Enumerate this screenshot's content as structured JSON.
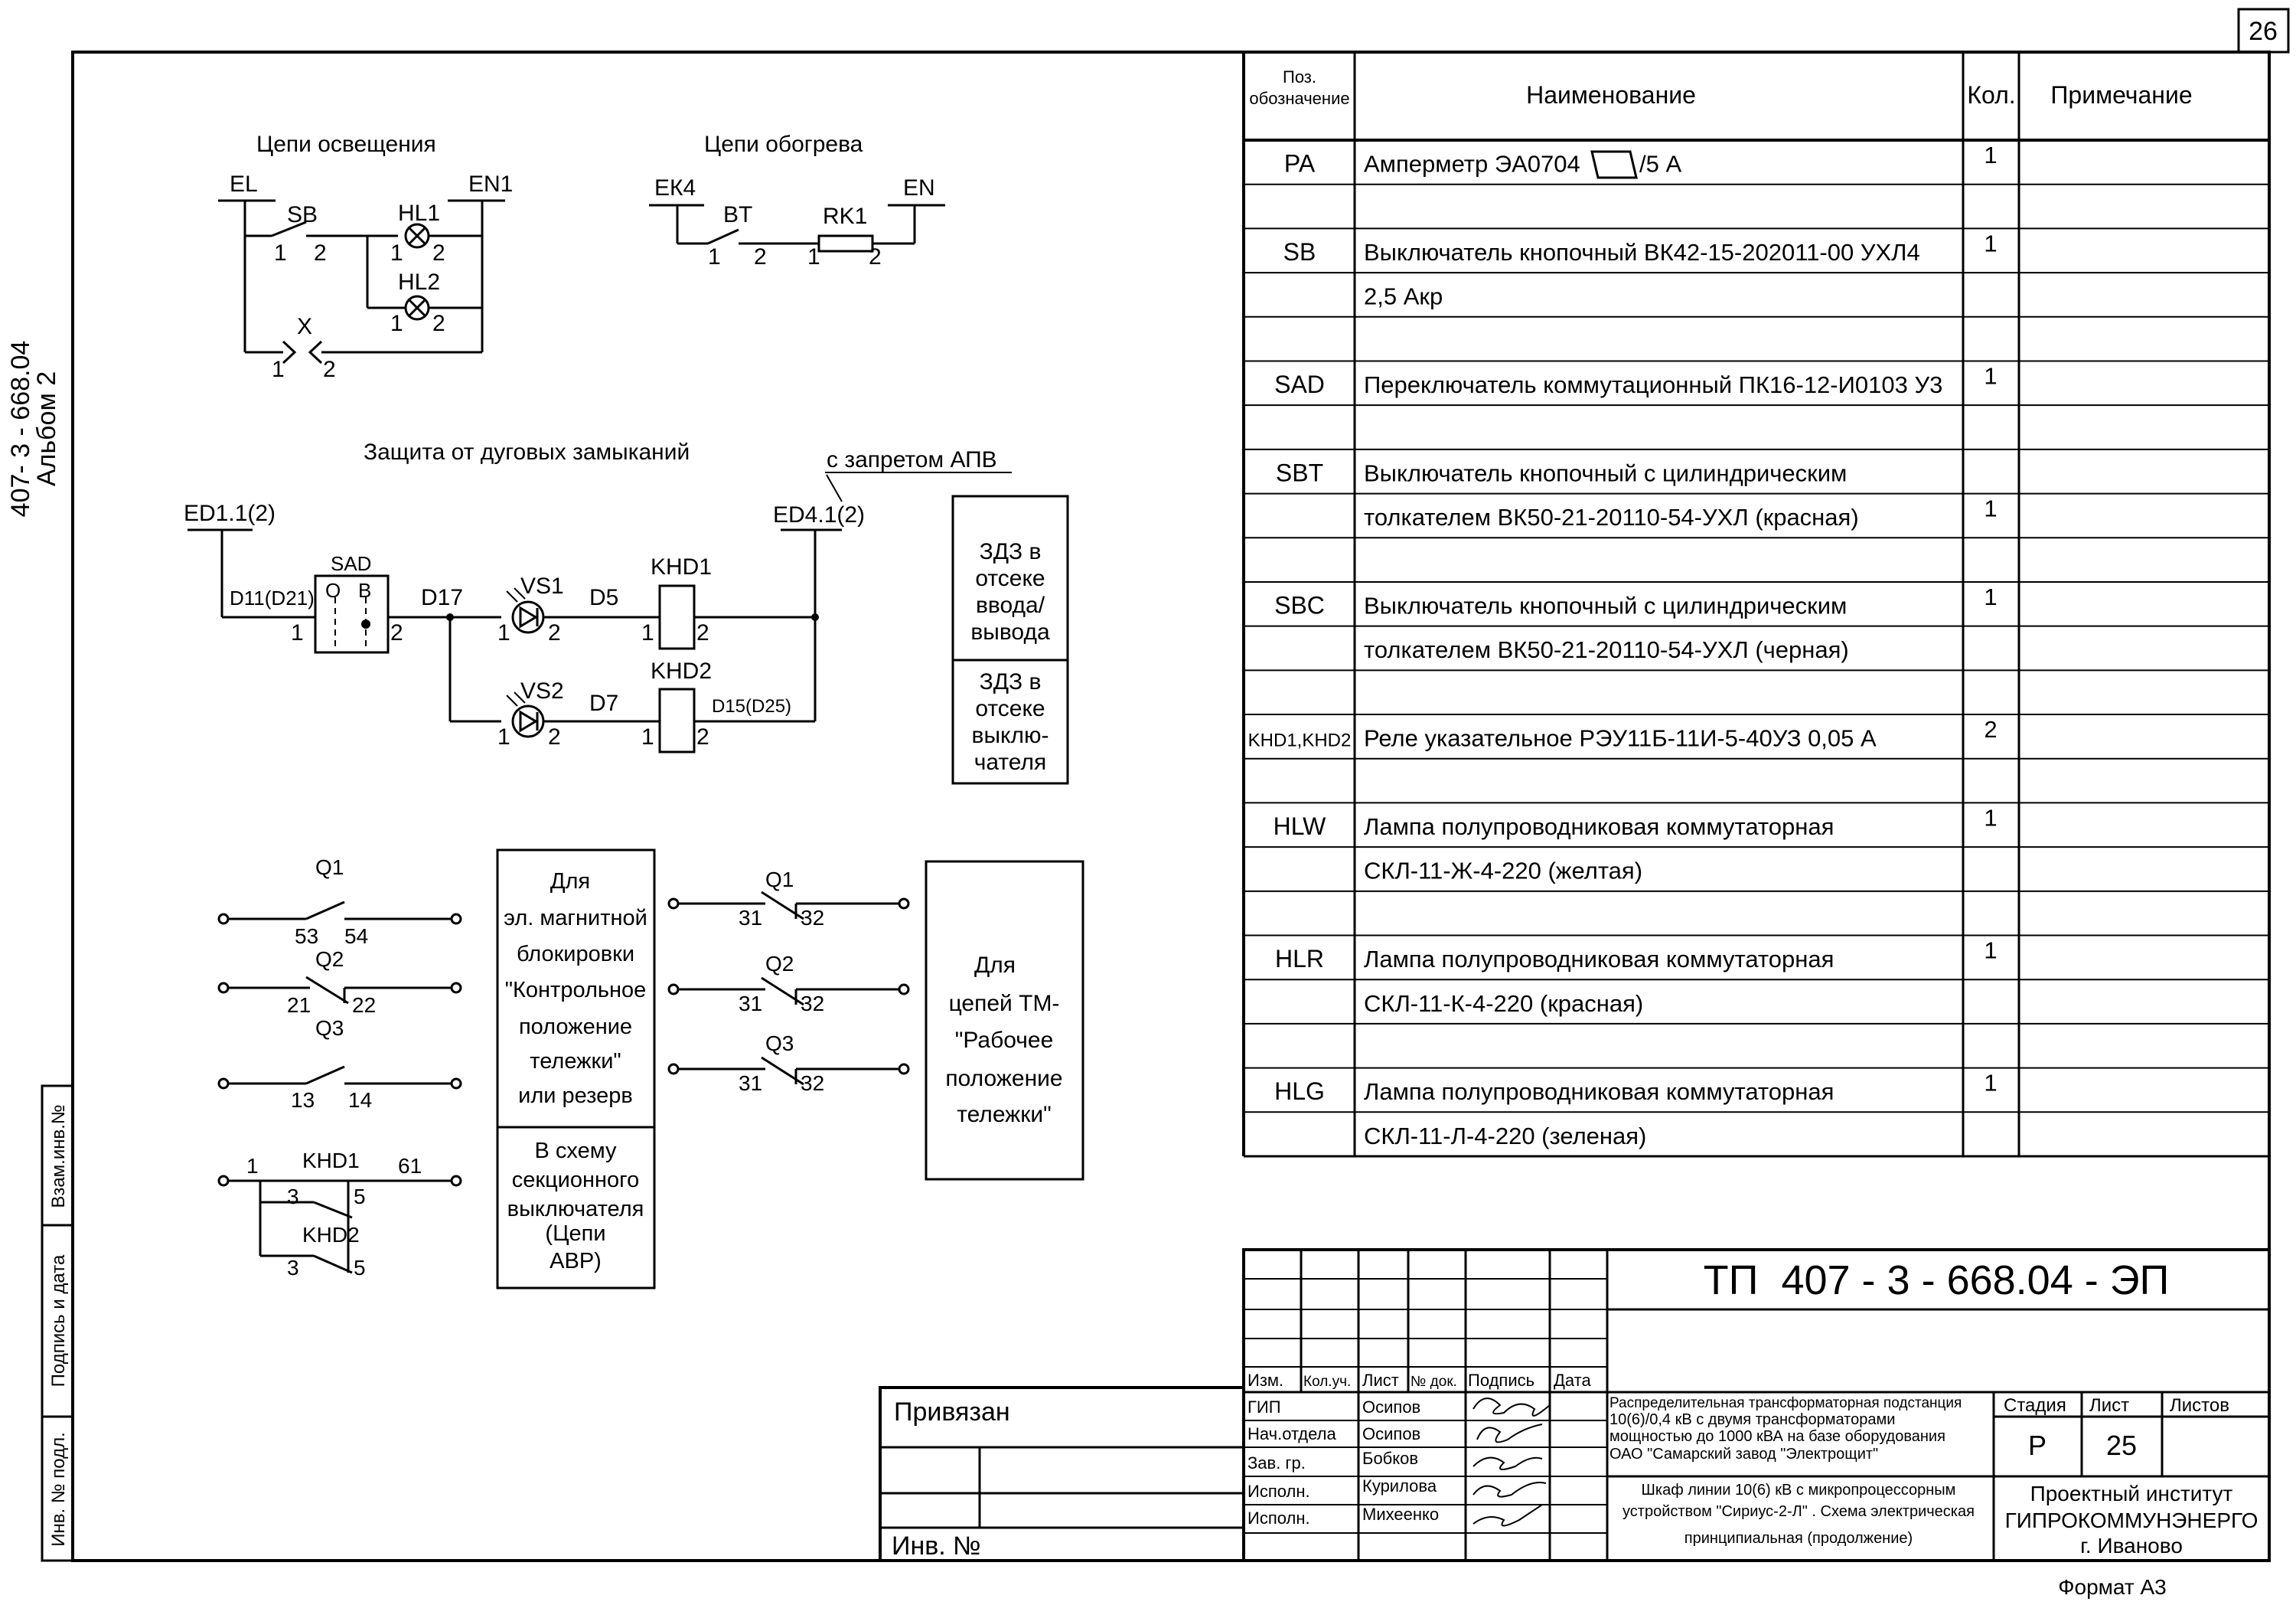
{
  "sheet": {
    "page_number": "26",
    "side_code": "407- 3 - 668.04",
    "side_album": "Альбом 2",
    "format": "Формат А3"
  },
  "side_stamp": {
    "vzam": "Взам.инв.№",
    "podpis": "Подпись и дата",
    "inv": "Инв. № подл."
  },
  "schematic": {
    "lighting": {
      "title": "Цепи освещения",
      "el": "EL",
      "en1": "EN1",
      "sb": "SB",
      "hl1": "HL1",
      "hl2": "HL2",
      "x": "X",
      "p1": "1",
      "p2": "2"
    },
    "heating": {
      "title": "Цепи обогрева",
      "ek4": "ЕК4",
      "en": "EN",
      "bt": "BT",
      "rk1": "RK1",
      "p1": "1",
      "p2": "2"
    },
    "arc": {
      "title": "Защита от дуговых замыканий",
      "apv": "с запретом АПВ",
      "ed11": "ED1.1(2)",
      "ed41": "ED4.1(2)",
      "sad": "SAD",
      "o": "О",
      "b": "В",
      "d11": "D11(D21)",
      "d17": "D17",
      "d5": "D5",
      "d7": "D7",
      "d15": "D15(D25)",
      "vs1": "VS1",
      "vs2": "VS2",
      "khd1": "KHD1",
      "khd2": "KHD2",
      "p1": "1",
      "p2": "2",
      "box1": [
        "ЗДЗ в",
        "отсеке",
        "ввода/",
        "вывода"
      ],
      "box2": [
        "ЗДЗ в",
        "отсеке",
        "выклю-",
        "чателя"
      ]
    },
    "contacts": {
      "q1": "Q1",
      "q2": "Q2",
      "q3": "Q3",
      "n53": "53",
      "n54": "54",
      "n21": "21",
      "n22": "22",
      "n13": "13",
      "n14": "14",
      "n31": "31",
      "n32": "32",
      "khd1": "KHD1",
      "khd2": "KHD2",
      "n1": "1",
      "n61": "61",
      "n3": "3",
      "n5": "5",
      "box_block": [
        "Для",
        "эл. магнитной",
        "блокировки",
        "\"Контрольное",
        "положение",
        "тележки\"",
        "или резерв"
      ],
      "box_avr": [
        "В схему",
        "секционного",
        "выключателя",
        "(Цепи",
        "АВР)"
      ],
      "box_tm": [
        "Для",
        "цепей ТМ-",
        "\"Рабочее",
        "положение",
        "тележки\""
      ]
    }
  },
  "spec_table": {
    "headers": {
      "pos": [
        "Поз.",
        "обозначение"
      ],
      "name": "Наименование",
      "qty": "Кол.",
      "note": "Примечание"
    },
    "rows": [
      {
        "pos": "PA",
        "name": "Амперметр ЭА0704",
        "name_suffix": "/5 А",
        "qty": "1"
      },
      {
        "pos": "",
        "name": "",
        "qty": ""
      },
      {
        "pos": "SB",
        "name": "Выключатель  кнопочный ВК42-15-202011-00 УХЛ4",
        "qty": "1"
      },
      {
        "pos": "",
        "name": "2,5 Акр",
        "qty": ""
      },
      {
        "pos": "",
        "name": "",
        "qty": ""
      },
      {
        "pos": "SAD",
        "name": "Переключатель коммутационный ПК16-12-И0103 У3",
        "qty": "1"
      },
      {
        "pos": "",
        "name": "",
        "qty": ""
      },
      {
        "pos": "SBT",
        "name": "Выключатель кнопочный с цилиндрическим",
        "qty": ""
      },
      {
        "pos": "",
        "name": "толкателем ВК50-21-20110-54-УХЛ (красная)",
        "qty": "1"
      },
      {
        "pos": "",
        "name": "",
        "qty": ""
      },
      {
        "pos": "SBC",
        "name": "Выключатель кнопочный с цилиндрическим",
        "qty": "1"
      },
      {
        "pos": "",
        "name": "толкателем ВК50-21-20110-54-УХЛ (черная)",
        "qty": ""
      },
      {
        "pos": "",
        "name": "",
        "qty": ""
      },
      {
        "pos": "KHD1,KHD2",
        "name": "Реле указательное РЭУ11Б-11И-5-40УЗ 0,05 А",
        "qty": "2"
      },
      {
        "pos": "",
        "name": "",
        "qty": ""
      },
      {
        "pos": "HLW",
        "name": "Лампа полупроводниковая коммутаторная",
        "qty": "1"
      },
      {
        "pos": "",
        "name": "СКЛ-11-Ж-4-220 (желтая)",
        "qty": ""
      },
      {
        "pos": "",
        "name": "",
        "qty": ""
      },
      {
        "pos": "HLR",
        "name": "Лампа полупроводниковая коммутаторная",
        "qty": "1"
      },
      {
        "pos": "",
        "name": "СКЛ-11-К-4-220 (красная)",
        "qty": ""
      },
      {
        "pos": "",
        "name": "",
        "qty": ""
      },
      {
        "pos": "HLG",
        "name": "Лампа полупроводниковая коммутаторная",
        "qty": "1"
      },
      {
        "pos": "",
        "name": "СКЛ-11-Л-4-220 (зеленая)",
        "qty": ""
      }
    ]
  },
  "title_block": {
    "privyazan": "Привязан",
    "inv_no": "Инв. №",
    "doc_code": "ТП  407 - 3 - 668.04 - ЭП",
    "col_headers": [
      "Изм.",
      "Кол.уч.",
      "Лист",
      "№ док.",
      "Подпись",
      "Дата"
    ],
    "staff": [
      {
        "role": "ГИП",
        "name": "Осипов"
      },
      {
        "role": "Нач.отдела",
        "name": "Осипов"
      },
      {
        "role": "Зав. гр.",
        "name": "Бобков"
      },
      {
        "role": "Исполн.",
        "name": "Курилова"
      },
      {
        "role": "Исполн.",
        "name": "Михеенко"
      }
    ],
    "project_desc": [
      "Распределительная трансформаторная подстанция",
      "10(6)/0,4 кВ с двумя трансформаторами",
      "мощностью до 1000 кВА на базе оборудования",
      "ОАО \"Самарский завод \"Электрощит\""
    ],
    "sheet_desc": [
      "Шкаф линии 10(6) кВ с микропроцессорным",
      "устройством \"Сириус-2-Л\" . Схема электрическая",
      "принципиальная (продолжение)"
    ],
    "stadiya_label": "Стадия",
    "list_label": "Лист",
    "listov_label": "Листов",
    "stadiya": "Р",
    "list": "25",
    "listov": "",
    "org": [
      "Проектный институт",
      "ГИПРОКОММУНЭНЕРГО",
      "г. Иваново"
    ]
  }
}
